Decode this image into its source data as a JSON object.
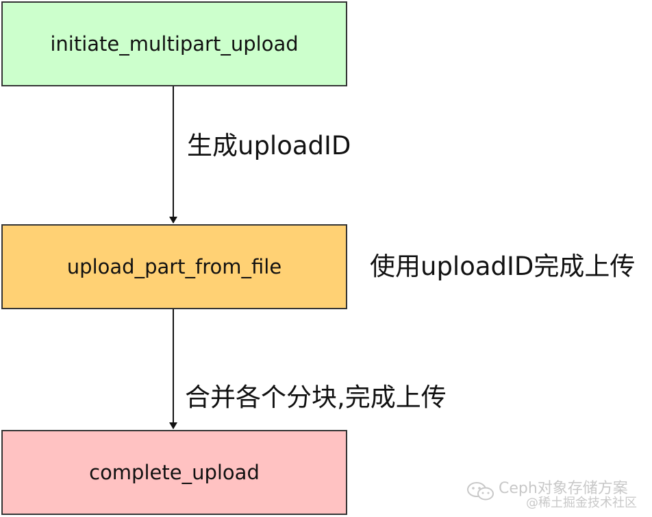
{
  "nodes": {
    "initiate": {
      "label": "initiate_multipart_upload",
      "color": "#ccffcc"
    },
    "upload": {
      "label": "upload_part_from_file",
      "color": "#ffd174"
    },
    "complete": {
      "label": "complete_upload",
      "color": "#ffc2c2"
    }
  },
  "edges": {
    "initiate_to_upload": {
      "label": "生成uploadID"
    },
    "upload_note": {
      "label": "使用uploadID完成上传"
    },
    "upload_to_complete": {
      "label": "合并各个分块,完成上传"
    }
  },
  "watermark": {
    "line1": "Ceph对象存储方案",
    "line2": "@稀土掘金技术社区",
    "icon": "wechat-icon"
  }
}
